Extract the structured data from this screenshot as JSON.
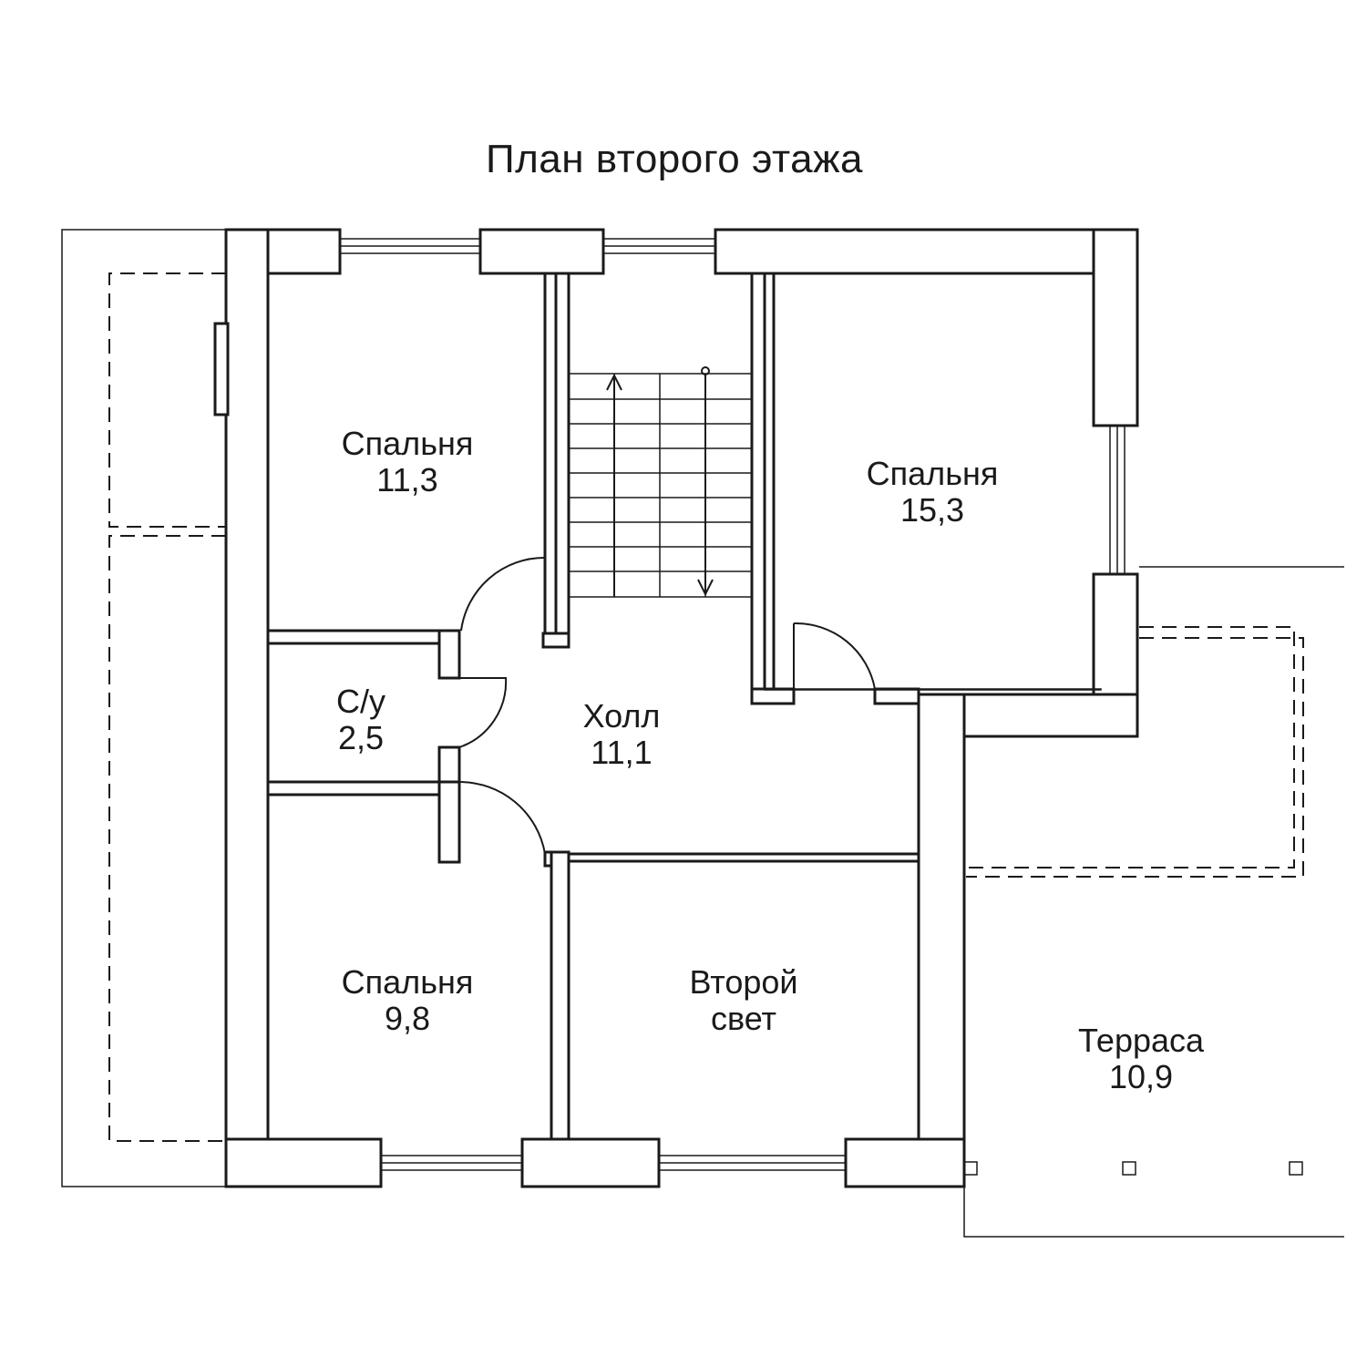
{
  "title": "План второго этажа",
  "rooms": [
    {
      "id": "bedroom-1",
      "name": "Спальня",
      "area": "11,3"
    },
    {
      "id": "bedroom-2",
      "name": "Спальня",
      "area": "15,3"
    },
    {
      "id": "bathroom",
      "name": "С/у",
      "area": "2,5"
    },
    {
      "id": "hall",
      "name": "Холл",
      "area": "11,1"
    },
    {
      "id": "bedroom-3",
      "name": "Спальня",
      "area": "9,8"
    },
    {
      "id": "second-light",
      "name": "Второй",
      "area": "свет"
    },
    {
      "id": "terrace",
      "name": "Терраса",
      "area": "10,9"
    }
  ]
}
